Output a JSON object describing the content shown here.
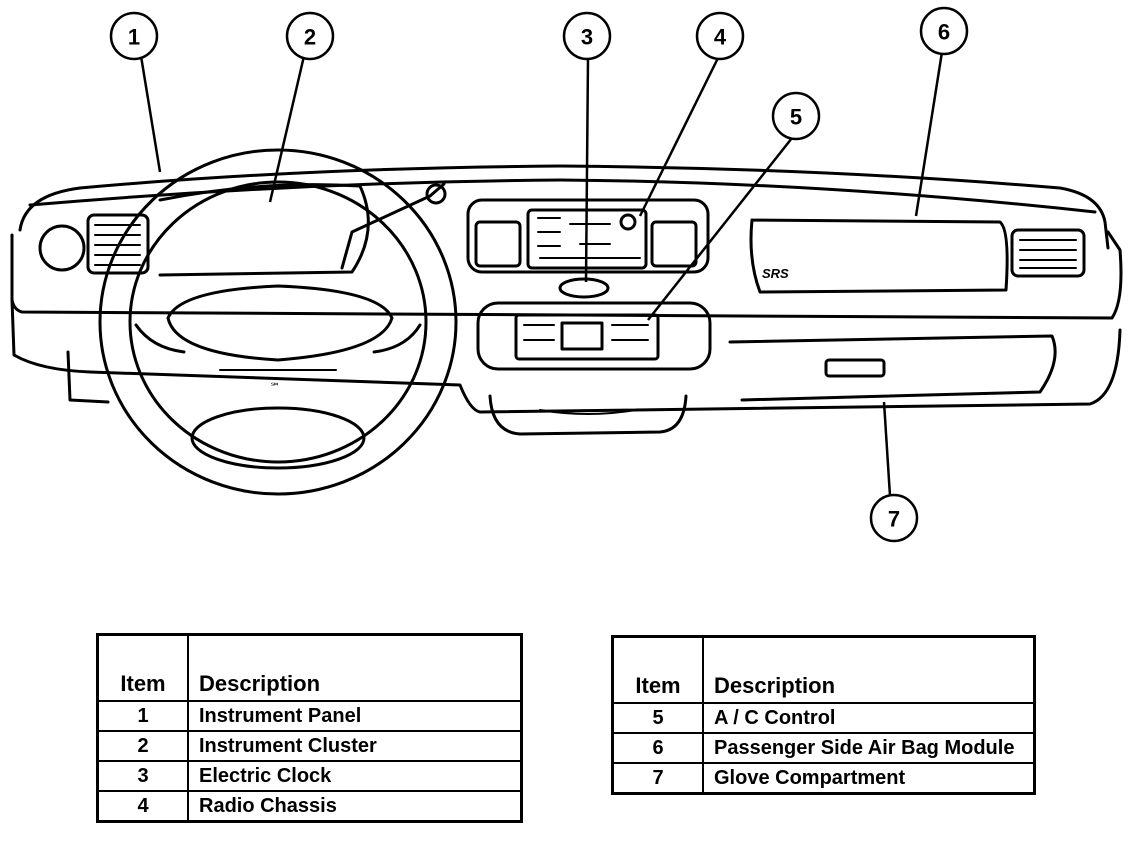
{
  "callouts": [
    "1",
    "2",
    "3",
    "4",
    "5",
    "6",
    "7"
  ],
  "dash_text": {
    "airbag": "SRS",
    "wheel_badge": "℠"
  },
  "legend_left": {
    "header_item": "Item",
    "header_desc": "Description",
    "rows": [
      {
        "item": "1",
        "desc": "Instrument Panel"
      },
      {
        "item": "2",
        "desc": "Instrument Cluster"
      },
      {
        "item": "3",
        "desc": "Electric Clock"
      },
      {
        "item": "4",
        "desc": "Radio Chassis"
      }
    ]
  },
  "legend_right": {
    "header_item": "Item",
    "header_desc": "Description",
    "rows": [
      {
        "item": "5",
        "desc": "A / C Control"
      },
      {
        "item": "6",
        "desc": "Passenger Side Air Bag Module"
      },
      {
        "item": "7",
        "desc": "Glove Compartment"
      }
    ]
  }
}
